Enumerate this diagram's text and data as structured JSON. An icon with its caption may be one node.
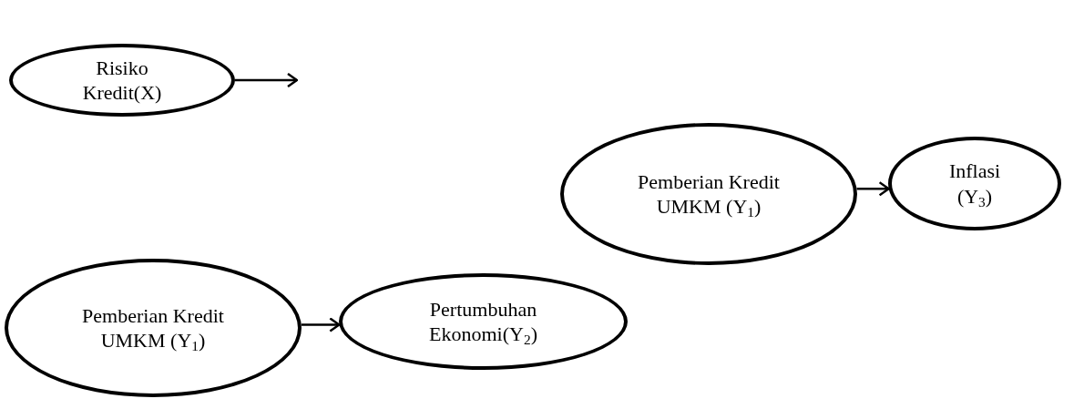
{
  "diagram": {
    "nodes": [
      {
        "text": [
          "Risiko Kredit(X)"
        ]
      },
      {
        "text": [
          "Pemberian Kredit UMKM (Y$_{1}$)"
        ]
      },
      {
        "text": [
          "Inflasi (Y$_{3}$)"
        ]
      },
      {
        "text": [
          "Pemberian Kredit UMKM (Y$_{1}$)"
        ]
      },
      {
        "text": [
          "Pertumbuhan Ekonomi(Y$_{2}$)"
        ]
      }
    ],
    "edges": [
      {
        "from": 0,
        "to": null,
        "arrow": "to"
      },
      {
        "from": 1,
        "to": 2,
        "arrow": "to"
      },
      {
        "from": 3,
        "to": 4,
        "arrow": "to"
      }
    ]
  }
}
